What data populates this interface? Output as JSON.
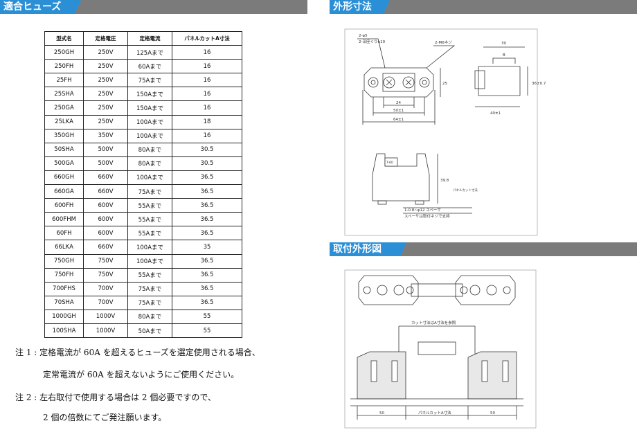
{
  "sections": {
    "fuses_title": "適合ヒューズ",
    "dims_title": "外形寸法",
    "mount_title": "取付外形図"
  },
  "table": {
    "headers": [
      "型式名",
      "定格電圧",
      "定格電流",
      "パネルカットA寸法"
    ],
    "rows": [
      [
        "250GH",
        "250V",
        "125Aまで",
        "16"
      ],
      [
        "250FH",
        "250V",
        "60Aまで",
        "16"
      ],
      [
        "25FH",
        "250V",
        "75Aまで",
        "16"
      ],
      [
        "25SHA",
        "250V",
        "150Aまで",
        "16"
      ],
      [
        "250GA",
        "250V",
        "150Aまで",
        "16"
      ],
      [
        "25LKA",
        "250V",
        "100Aまで",
        "18"
      ],
      [
        "350GH",
        "350V",
        "100Aまで",
        "16"
      ],
      [
        "50SHA",
        "500V",
        "80Aまで",
        "30.5"
      ],
      [
        "500GA",
        "500V",
        "80Aまで",
        "30.5"
      ],
      [
        "660GH",
        "660V",
        "100Aまで",
        "36.5"
      ],
      [
        "660GA",
        "660V",
        "75Aまで",
        "36.5"
      ],
      [
        "600FH",
        "600V",
        "55Aまで",
        "36.5"
      ],
      [
        "600FHM",
        "600V",
        "55Aまで",
        "36.5"
      ],
      [
        "60FH",
        "600V",
        "55Aまで",
        "36.5"
      ],
      [
        "66LKA",
        "660V",
        "100Aまで",
        "35"
      ],
      [
        "750GH",
        "750V",
        "100Aまで",
        "36.5"
      ],
      [
        "750FH",
        "750V",
        "55Aまで",
        "36.5"
      ],
      [
        "700FHS",
        "700V",
        "75Aまで",
        "36.5"
      ],
      [
        "70SHA",
        "700V",
        "75Aまで",
        "36.5"
      ],
      [
        "1000GH",
        "1000V",
        "80Aまで",
        "55"
      ],
      [
        "100SHA",
        "1000V",
        "50Aまで",
        "55"
      ]
    ]
  },
  "notes": [
    "注 1 : 定格電流が 60A を超えるヒューズを選定使用される場合、",
    "定常電流が 60A を超えないようにご使用ください。",
    "注 2 : 左右取付で使用する場合は 2 個必要ですので、",
    "2 個の倍数にてご発注願います。"
  ],
  "dims": {
    "hole_label": "2-φ5",
    "hole_sub": "2-深座ぐりφ10",
    "screw_label": "2-M6ネジ",
    "w24": "24",
    "w50": "50±1",
    "w64": "64±1",
    "h25": "25",
    "d30": "30",
    "d40": "40±1",
    "h36": "36±0.7",
    "small_b": "B",
    "h39": "39.8",
    "tag1": "T-60",
    "front_note1": "1-0.8~φ12 スペーサ",
    "front_note2": "スペーサは取付ネジで支持",
    "side_note": "パネルカット寸法"
  },
  "mount": {
    "cut_label": "カット寸法はA寸法を参照",
    "dim_left": "50",
    "dim_center": "パネルカットA寸法",
    "dim_right": "50"
  }
}
